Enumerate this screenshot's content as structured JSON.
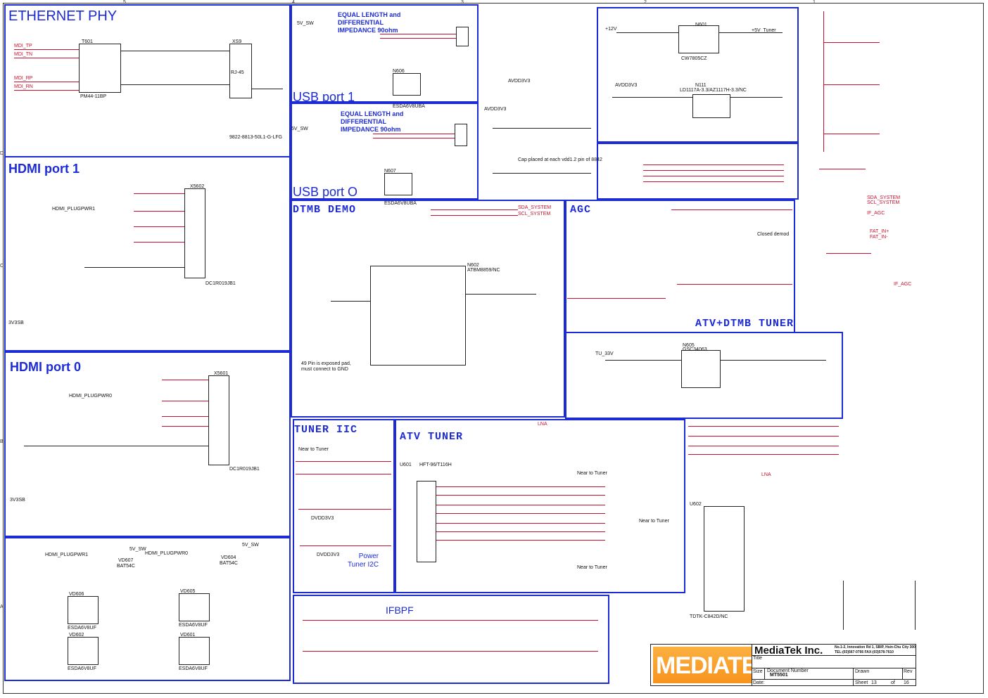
{
  "sections": {
    "ethernet": "ETHERNET PHY",
    "hdmi1": "HDMI port 1",
    "hdmi0": "HDMI port 0",
    "usb1": "USB port 1",
    "usb0": "USB port O",
    "dtmb": "DTMB DEMO",
    "agc": "AGC",
    "atv_dtmb": "ATV+DTMB TUNER",
    "tuner_iic": "TUNER IIC",
    "atv_tuner": "ATV TUNER",
    "ifbpf": "IFBPF",
    "power_i2c": "Power\nTuner I2C"
  },
  "notes": {
    "equal_length": "EQUAL LENGTH and\nDIFFERENTIAL\nIMPEDANCE 90ohm",
    "exposed_pad": "49 Pin is exposed pad,\nmust connect to GND",
    "cap_note": "Cap placed at each vdd1.2 pin of 8842"
  },
  "parts": {
    "t601": "T601",
    "pm": "PM44-11BP",
    "xs9": "XS9",
    "rj45": "RJ-45",
    "jack": "9822-8813-50L1-G-LFG",
    "x5602": "X5602",
    "x5601": "X5601",
    "hdmi_conn": "DC1R019JB1",
    "n606": "N606",
    "n607": "N607",
    "esd_usb1": "ESDA6V8UBA",
    "esd_usb0": "ESDA6V8UBA",
    "n602": "N602",
    "atbm": "ATBM8859/NC",
    "n601": "N601",
    "cw": "CW7805CZ",
    "n111": "N111",
    "ld": "LD1117A-3.3/AZ1117H-3.3/NC",
    "u601": "U601",
    "hft": "HFT-96/T116H",
    "u602": "U602",
    "tdtk": "TDTK-C842D/NC",
    "n605": "N605",
    "gsc": "GSC34063",
    "vd606": "VD606",
    "vd605": "VD605",
    "vd602": "VD602",
    "vd601": "VD601",
    "esd_ic": "ESDA6V8UF",
    "vd607": "VD607",
    "vd604": "VD604",
    "bat": "BAT54C"
  },
  "nets": {
    "mdi_tp": "MDI_TP",
    "mdi_tn": "MDI_TN",
    "mdi_rp": "MDI_RP",
    "mdi_rn": "MDI_RN",
    "hdmi_plug1": "HDMI_PLUGPWR1",
    "hdmi_plug0": "HDMI_PLUGPWR0",
    "sda_system": "SDA_SYSTEM",
    "scl_system": "SCL_SYSTEM",
    "if_agc": "IF_AGC",
    "fat_in_p": "FAT_IN+",
    "fat_in_n": "FAT_IN-",
    "near_tuner": "Near to Tuner",
    "closed_demod": "Closed demod",
    "v12": "+12V",
    "v5tuner": "+5V_Tuner",
    "v5sw": "5V_SW",
    "avdd3v3": "AVDD3V3",
    "dvdd3v3": "DVDD3V3",
    "v3sb": "3V3SB",
    "lna": "LNA",
    "tu33v": "TU_33V"
  },
  "title_block": {
    "company": "MediaTek Inc.",
    "logo": "MEDIATEK",
    "address": "No.1-2, Innovation Rd 1, SBIP, Hsin-Chu City 300",
    "tel": "TEL:(03)567-0766  FAX:(03)578-7610",
    "title_lbl": "Title",
    "size_lbl": "Size",
    "docnum_lbl": "Document Number",
    "docnum": "MT5501",
    "drawn_lbl": "Drawn",
    "rev_lbl": "Rev",
    "date_lbl": "Date:",
    "sheet_lbl": "Sheet",
    "sheet_num": "13",
    "of_lbl": "of",
    "sheet_total": "16"
  },
  "colors": {
    "block": "#1c2bd6",
    "net": "#c8102e",
    "logo": "#f7941d"
  }
}
